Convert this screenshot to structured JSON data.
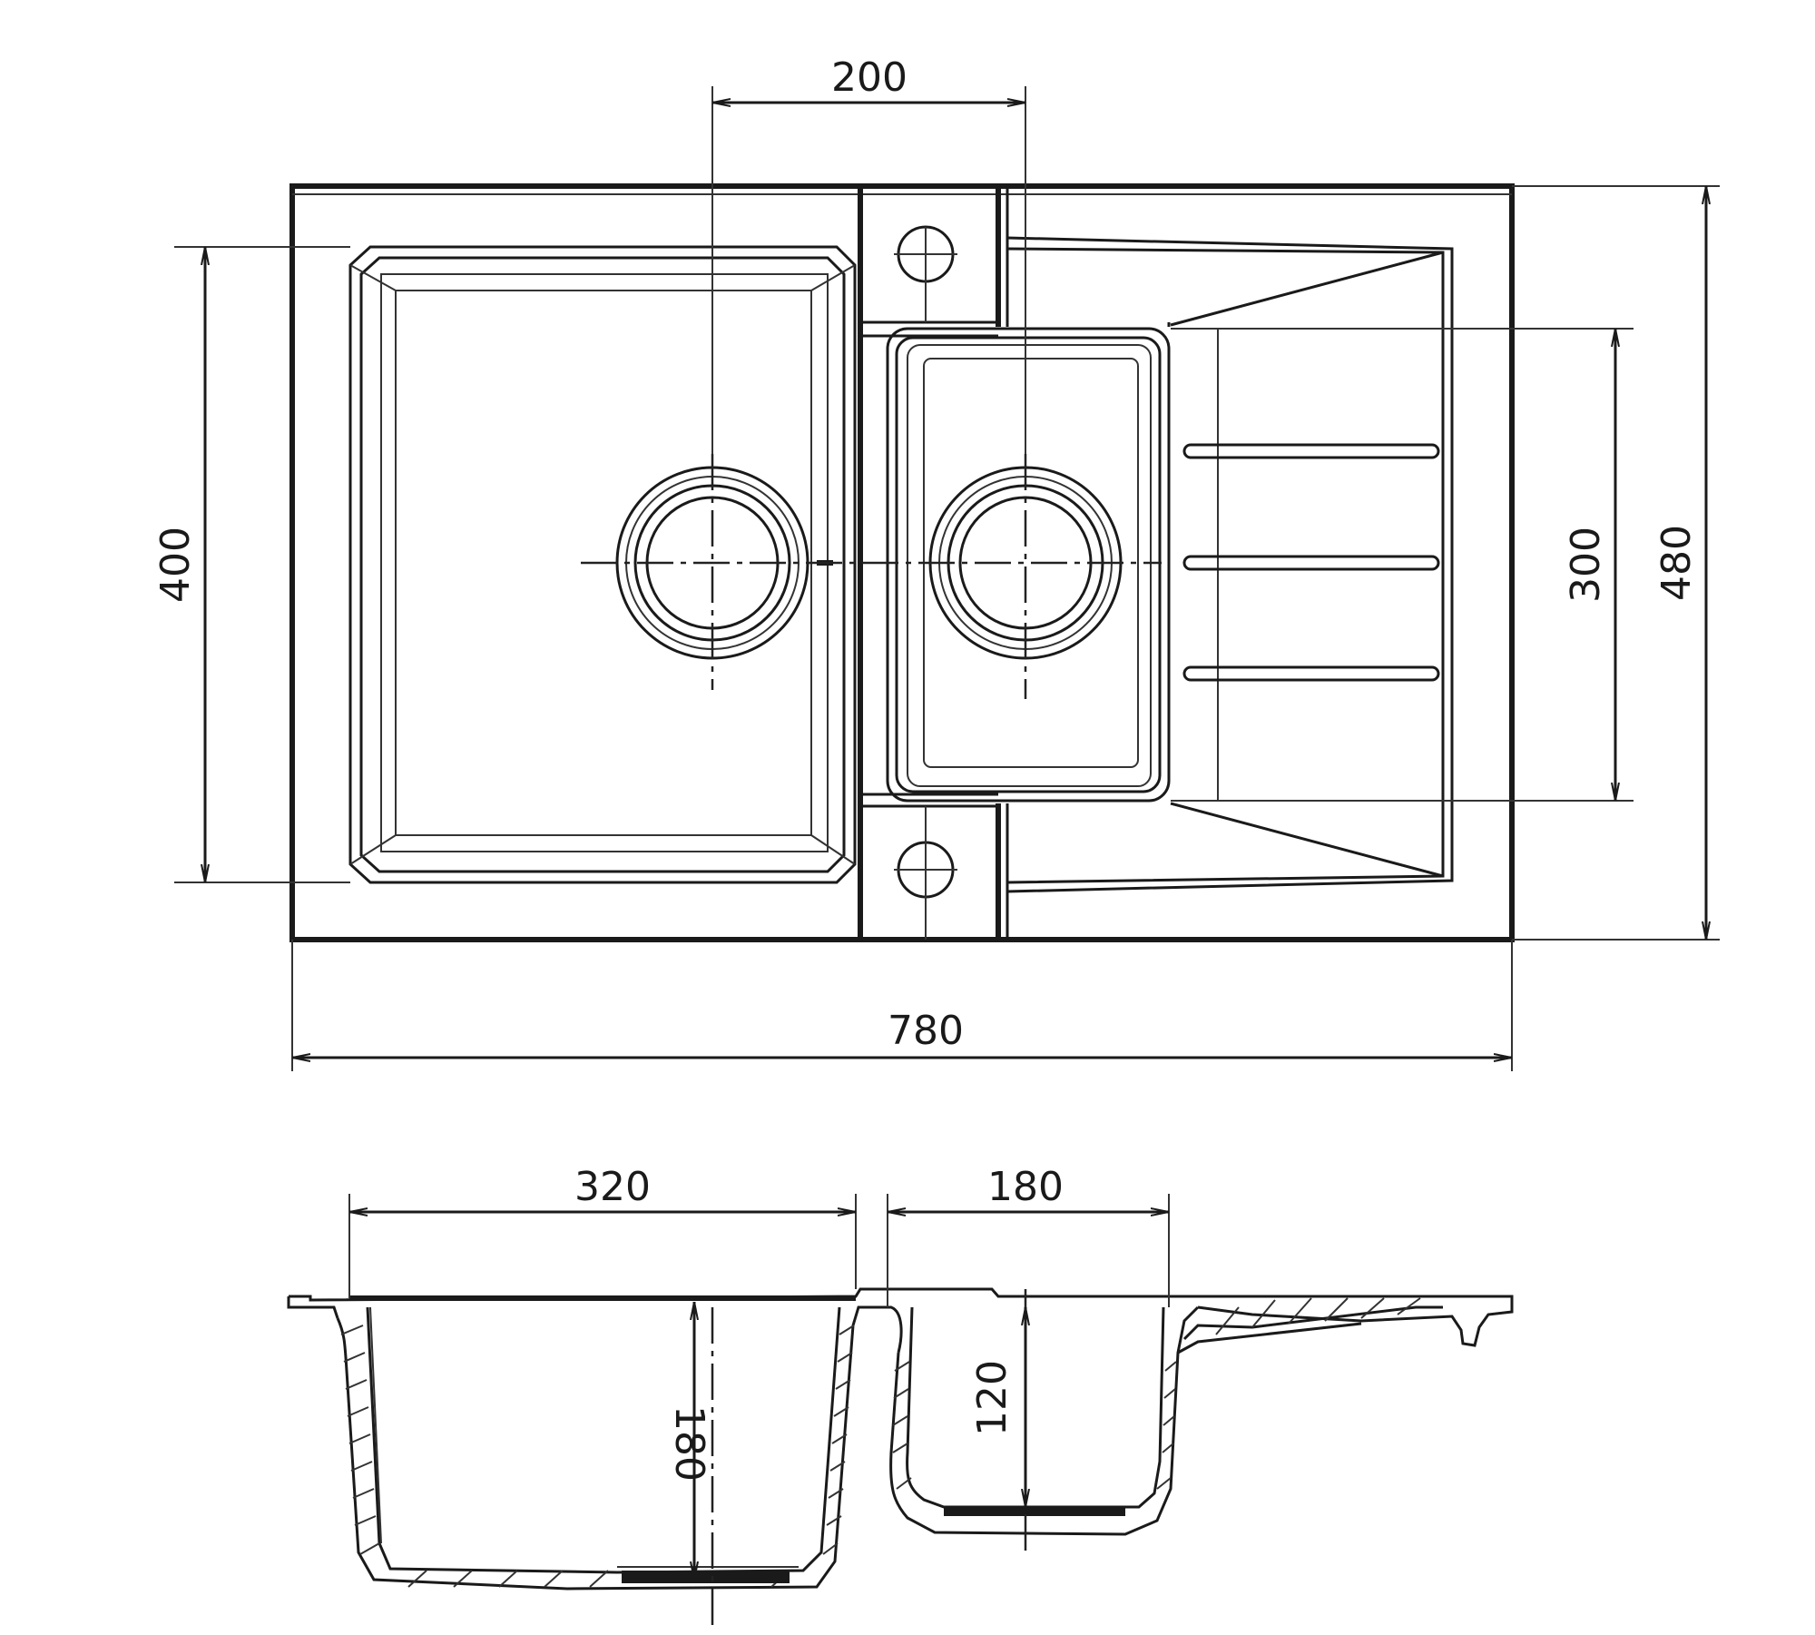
{
  "dimensions": {
    "top_view": {
      "drain_spacing": "200",
      "bowl_depth": "400",
      "small_bowl_depth": "300",
      "overall_depth": "480",
      "overall_width": "780"
    },
    "section_view": {
      "main_bowl_width": "320",
      "small_bowl_width": "180",
      "main_bowl_depth": "180",
      "small_bowl_height": "120"
    }
  },
  "icons": {
    "tap_hole": "crosshair-circle-icon",
    "drain": "concentric-circle-icon"
  },
  "colors": {
    "line": "#1a1a1a",
    "background": "#ffffff"
  }
}
